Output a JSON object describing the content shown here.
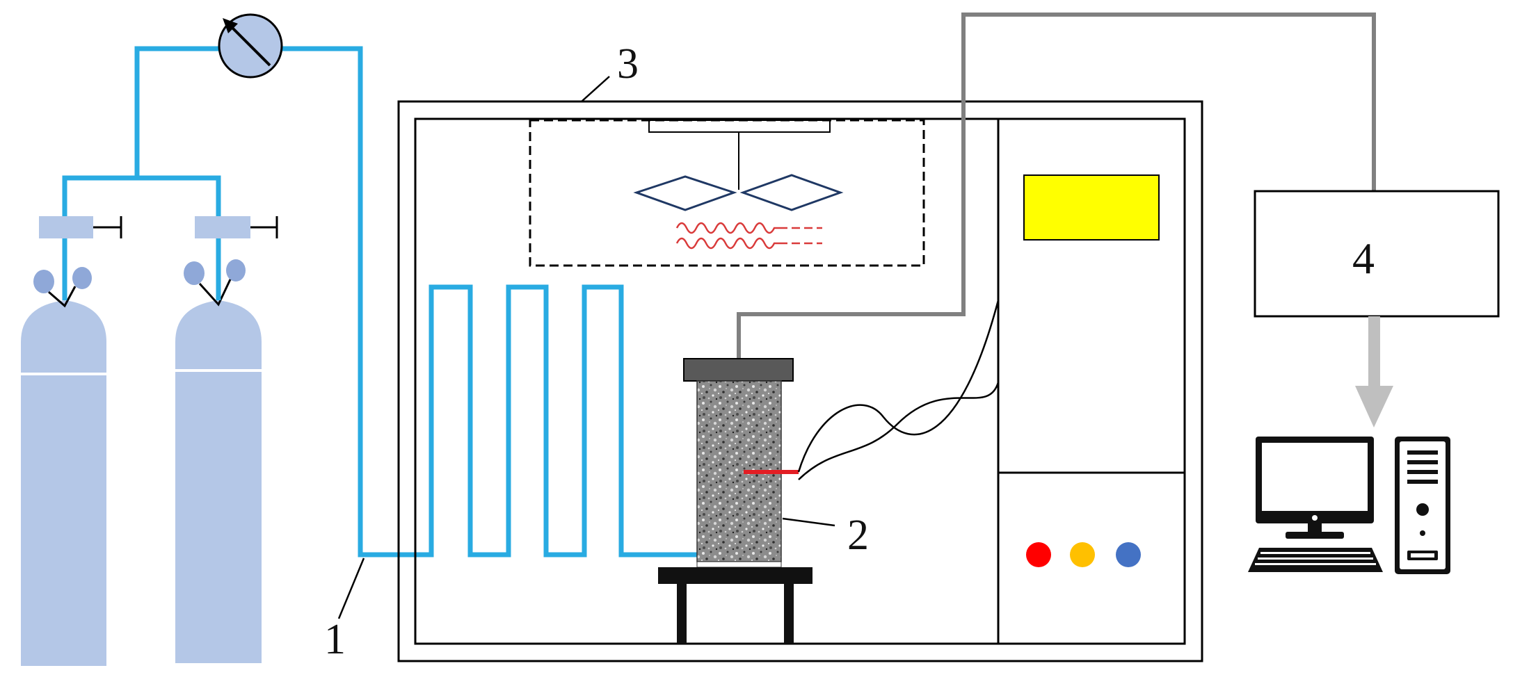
{
  "labels": {
    "pipe": "1",
    "specimen": "2",
    "chamber": "3",
    "acquisition": "4"
  },
  "colors": {
    "pipe": "#29ABE2",
    "cylinder": "#B4C7E7",
    "signal_line": "#808080",
    "screen": "#FFFF00",
    "heater": "#D93A3A",
    "sensor": "#E31E24",
    "light_red": "#FF0000",
    "light_yellow": "#FFC000",
    "light_blue": "#4472C4",
    "outline": "#000000"
  },
  "icons": {
    "gauge": "pressure-gauge-icon",
    "computer": "desktop-computer-icon"
  }
}
